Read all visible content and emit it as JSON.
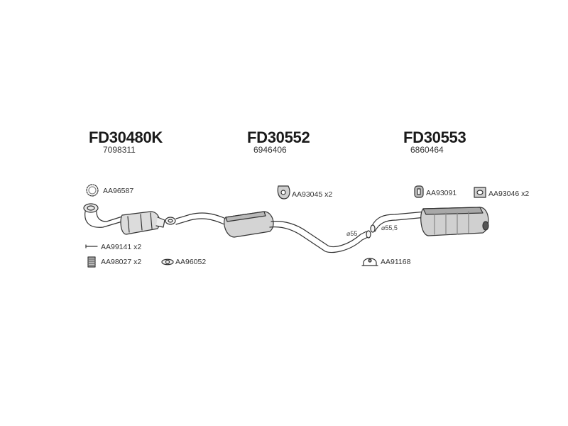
{
  "groups": [
    {
      "code": "FD30480K",
      "oem": "7098311"
    },
    {
      "code": "FD30552",
      "oem": "6946406"
    },
    {
      "code": "FD30553",
      "oem": "6860464"
    }
  ],
  "parts": {
    "ring": "AA96587",
    "rubber_mount_mid": "AA93045 x2",
    "rubber_mount_rear_a": "AA93091",
    "rubber_mount_rear_b": "AA93046 x2",
    "bolt": "AA99141 x2",
    "spring": "AA98027 x2",
    "gasket": "AA96052",
    "clamp": "AA91168"
  },
  "diameters": {
    "d1": "⌀55",
    "d2": "⌀55,5"
  },
  "colors": {
    "line": "#333333",
    "fill_light": "#e8e8e8",
    "fill_mid": "#c8c8c8",
    "fill_dark": "#555555"
  }
}
